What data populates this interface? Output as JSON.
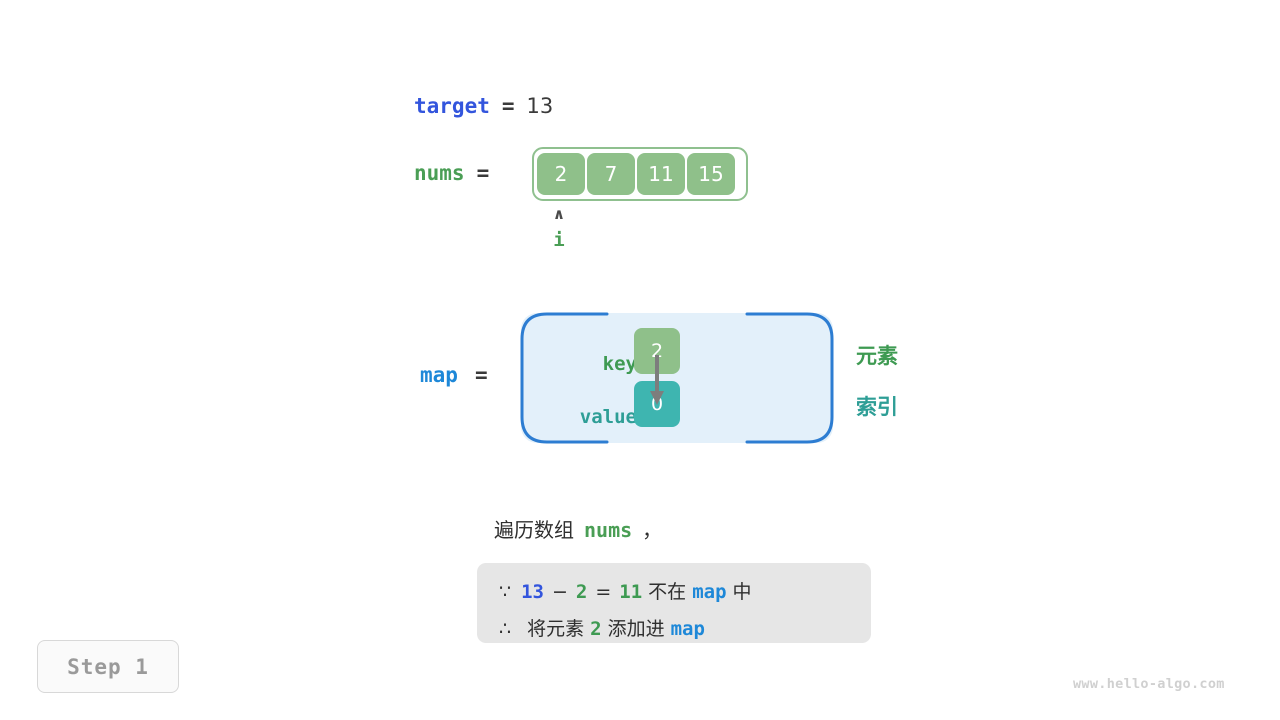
{
  "target": {
    "name": "target",
    "equals": "=",
    "value": "13"
  },
  "nums": {
    "name": "nums",
    "equals": "=",
    "cells": [
      "2",
      "7",
      "11",
      "15"
    ],
    "pointer": {
      "caret": "∧",
      "label": "i",
      "index": 0
    }
  },
  "map": {
    "name": "map",
    "equals": "=",
    "key_label": "key",
    "value_label": "value",
    "key_box": "2",
    "value_box": "0",
    "annotations": {
      "element": "元素",
      "index": "索引"
    }
  },
  "caption": {
    "prefix": "遍历数组",
    "code": "nums",
    "suffix": "，"
  },
  "info_box": {
    "line1": {
      "symbol": "∵",
      "a": "13",
      "minus": "−",
      "b": "2",
      "equals": "=",
      "result": "11",
      "text_mid": "不在",
      "map": "map",
      "text_end": "中"
    },
    "line2": {
      "symbol": "∴",
      "text_start": "将元素",
      "value": "2",
      "text_mid": "添加进",
      "map": "map"
    }
  },
  "step_badge": "Step 1",
  "watermark": "www.hello-algo.com",
  "colors": {
    "green": "#4a9e55",
    "green_fill": "#8fc08a",
    "teal": "#3eb5b0",
    "blue_indigo": "#3355dd",
    "blue_cyan": "#1e88d8",
    "map_bg": "#e3f0fa",
    "info_bg": "#e6e6e6",
    "arrow_gray": "#7d7d7d"
  }
}
